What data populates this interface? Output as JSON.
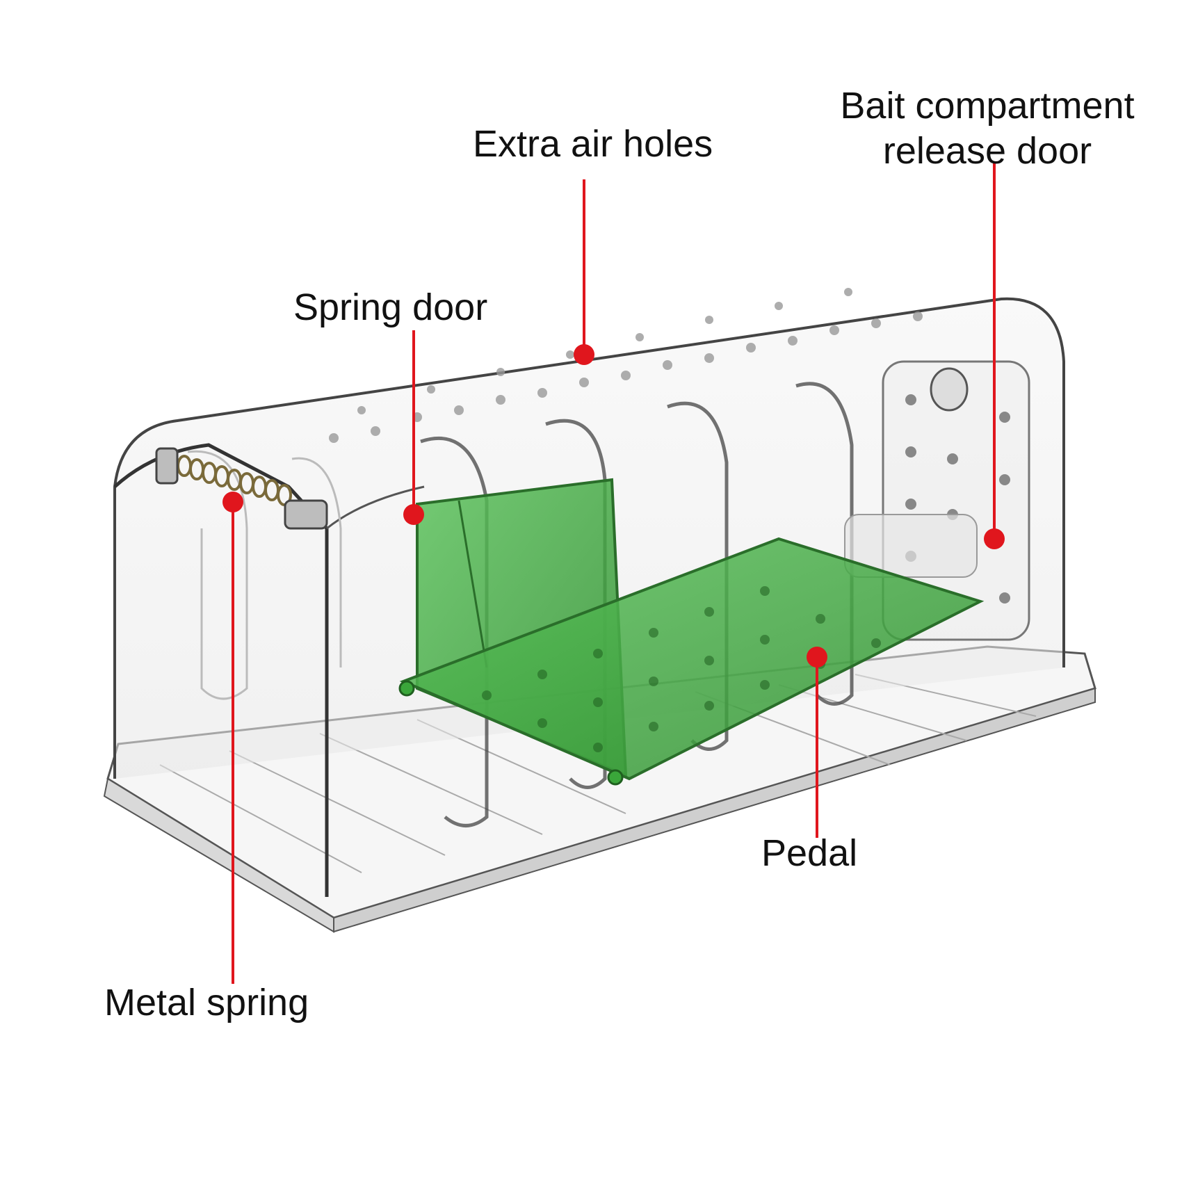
{
  "labels": {
    "extra_air_holes": "Extra air holes",
    "spring_door": "Spring door",
    "bait_line1": "Bait compartment",
    "bait_line2": "release door",
    "pedal": "Pedal",
    "metal_spring": "Metal spring"
  },
  "colors": {
    "callout": "#e0161d",
    "plate": "#3aa63a",
    "text": "#111111"
  }
}
